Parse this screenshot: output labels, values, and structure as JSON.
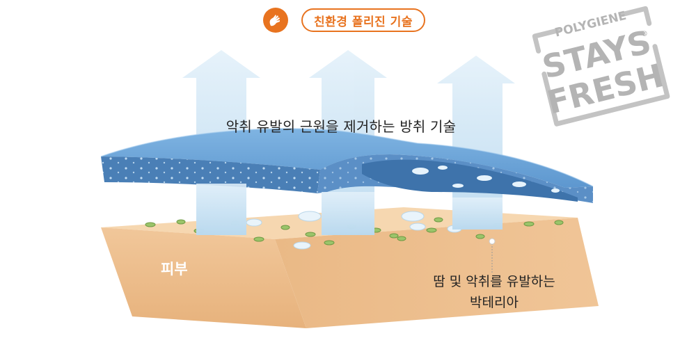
{
  "header": {
    "icon": "hand-logo-icon",
    "tag_label": "친환경 폴리진 기술"
  },
  "stamp": {
    "text_top": "POLYGIENE",
    "text_mid": "STAYS",
    "text_bottom": "FRESH",
    "registered": "®"
  },
  "labels": {
    "headline": "악취 유발의 근원을 제거하는 방취 기술",
    "skin": "피부",
    "bacteria_line1": "땀 및 악취를 유발하는",
    "bacteria_line2": "박테리아"
  },
  "colors": {
    "accent": "#e8731f",
    "fabric_top": "#6ea7d9",
    "fabric_side": "#4a80b8",
    "skin_top": "#f5d2a8",
    "skin_side": "#e9b987",
    "arrow": "#d6eaf7"
  }
}
